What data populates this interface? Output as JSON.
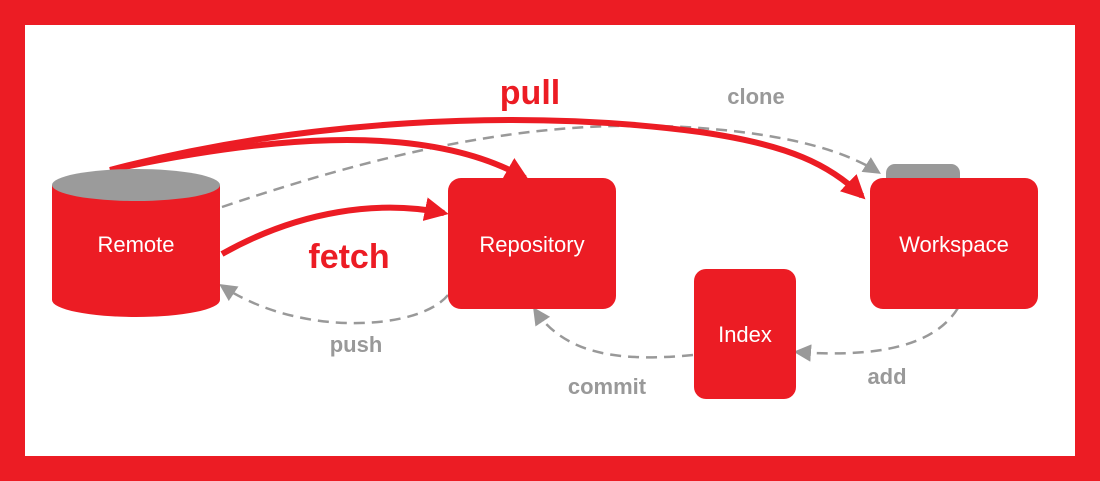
{
  "colors": {
    "accent": "#ec1c24",
    "dashed": "#999999",
    "panel_bg": "#ffffff",
    "cylinder_top": "#9b9b9b",
    "folder_tab": "#999999"
  },
  "nodes": {
    "remote": {
      "label": "Remote",
      "shape": "cylinder"
    },
    "repository": {
      "label": "Repository",
      "shape": "rounded-box"
    },
    "workspace": {
      "label": "Workspace",
      "shape": "folder"
    },
    "index": {
      "label": "Index",
      "shape": "rounded-box"
    }
  },
  "edges": {
    "pull": {
      "label": "pull",
      "from": "Remote",
      "to": [
        "Repository",
        "Workspace"
      ],
      "style": "solid"
    },
    "fetch": {
      "label": "fetch",
      "from": "Remote",
      "to": "Repository",
      "style": "solid"
    },
    "clone": {
      "label": "clone",
      "from": "Remote",
      "to": "Workspace",
      "style": "dashed"
    },
    "push": {
      "label": "push",
      "from": "Repository",
      "to": "Remote",
      "style": "dashed"
    },
    "commit": {
      "label": "commit",
      "from": "Index",
      "to": "Repository",
      "style": "dashed"
    },
    "add": {
      "label": "add",
      "from": "Workspace",
      "to": "Index",
      "style": "dashed"
    }
  }
}
